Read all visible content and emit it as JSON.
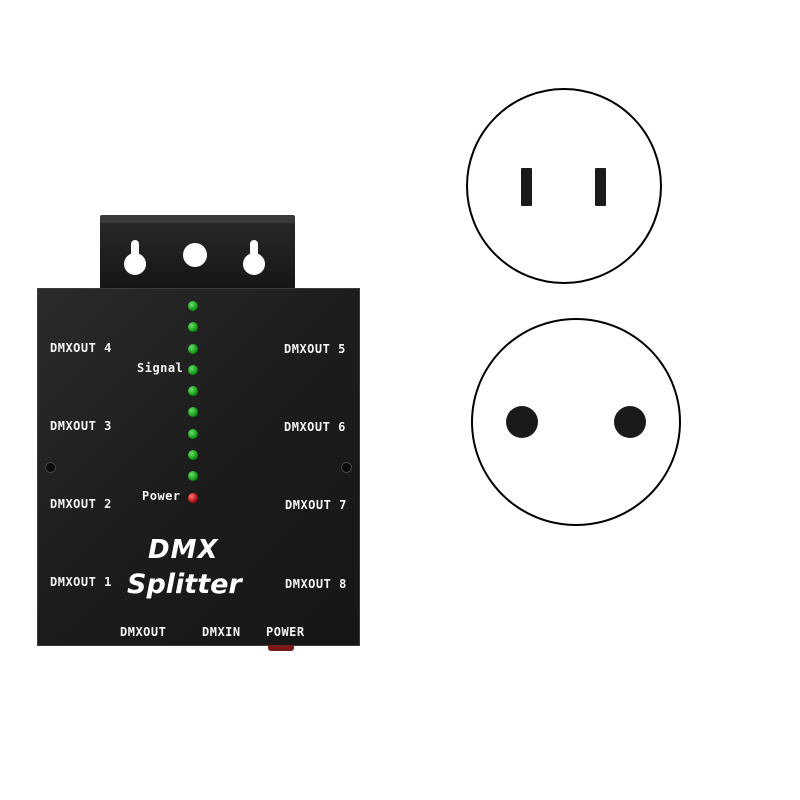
{
  "device": {
    "ports_left": [
      "DMXOUT 4",
      "DMXOUT 3",
      "DMXOUT 2",
      "DMXOUT 1"
    ],
    "ports_right": [
      "DMXOUT 5",
      "DMXOUT 6",
      "DMXOUT 7",
      "DMXOUT 8"
    ],
    "signal_label": "Signal",
    "power_led_label": "Power",
    "brand_line1": "DMX",
    "brand_line2": "Splitter",
    "bottom_dmxout": "DMXOUT",
    "bottom_dmxin": "DMXIN",
    "bottom_power": "POWER",
    "led_colors": {
      "signal": "#19a319",
      "power": "#b01010"
    }
  },
  "outlets": [
    {
      "type": "flat-two-slot-plug-outlet-icon"
    },
    {
      "type": "round-two-pin-plug-outlet-icon"
    }
  ]
}
